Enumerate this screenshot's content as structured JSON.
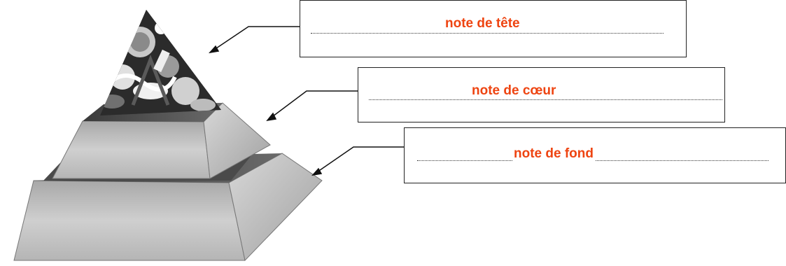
{
  "colors": {
    "label": "#ee4411",
    "box_border": "#222222",
    "pyramid_face": "#bdbdbd",
    "pyramid_shadow": "#555555"
  },
  "notes": [
    {
      "label": "note de tête"
    },
    {
      "label": "note de cœur"
    },
    {
      "label": "note de fond"
    }
  ]
}
